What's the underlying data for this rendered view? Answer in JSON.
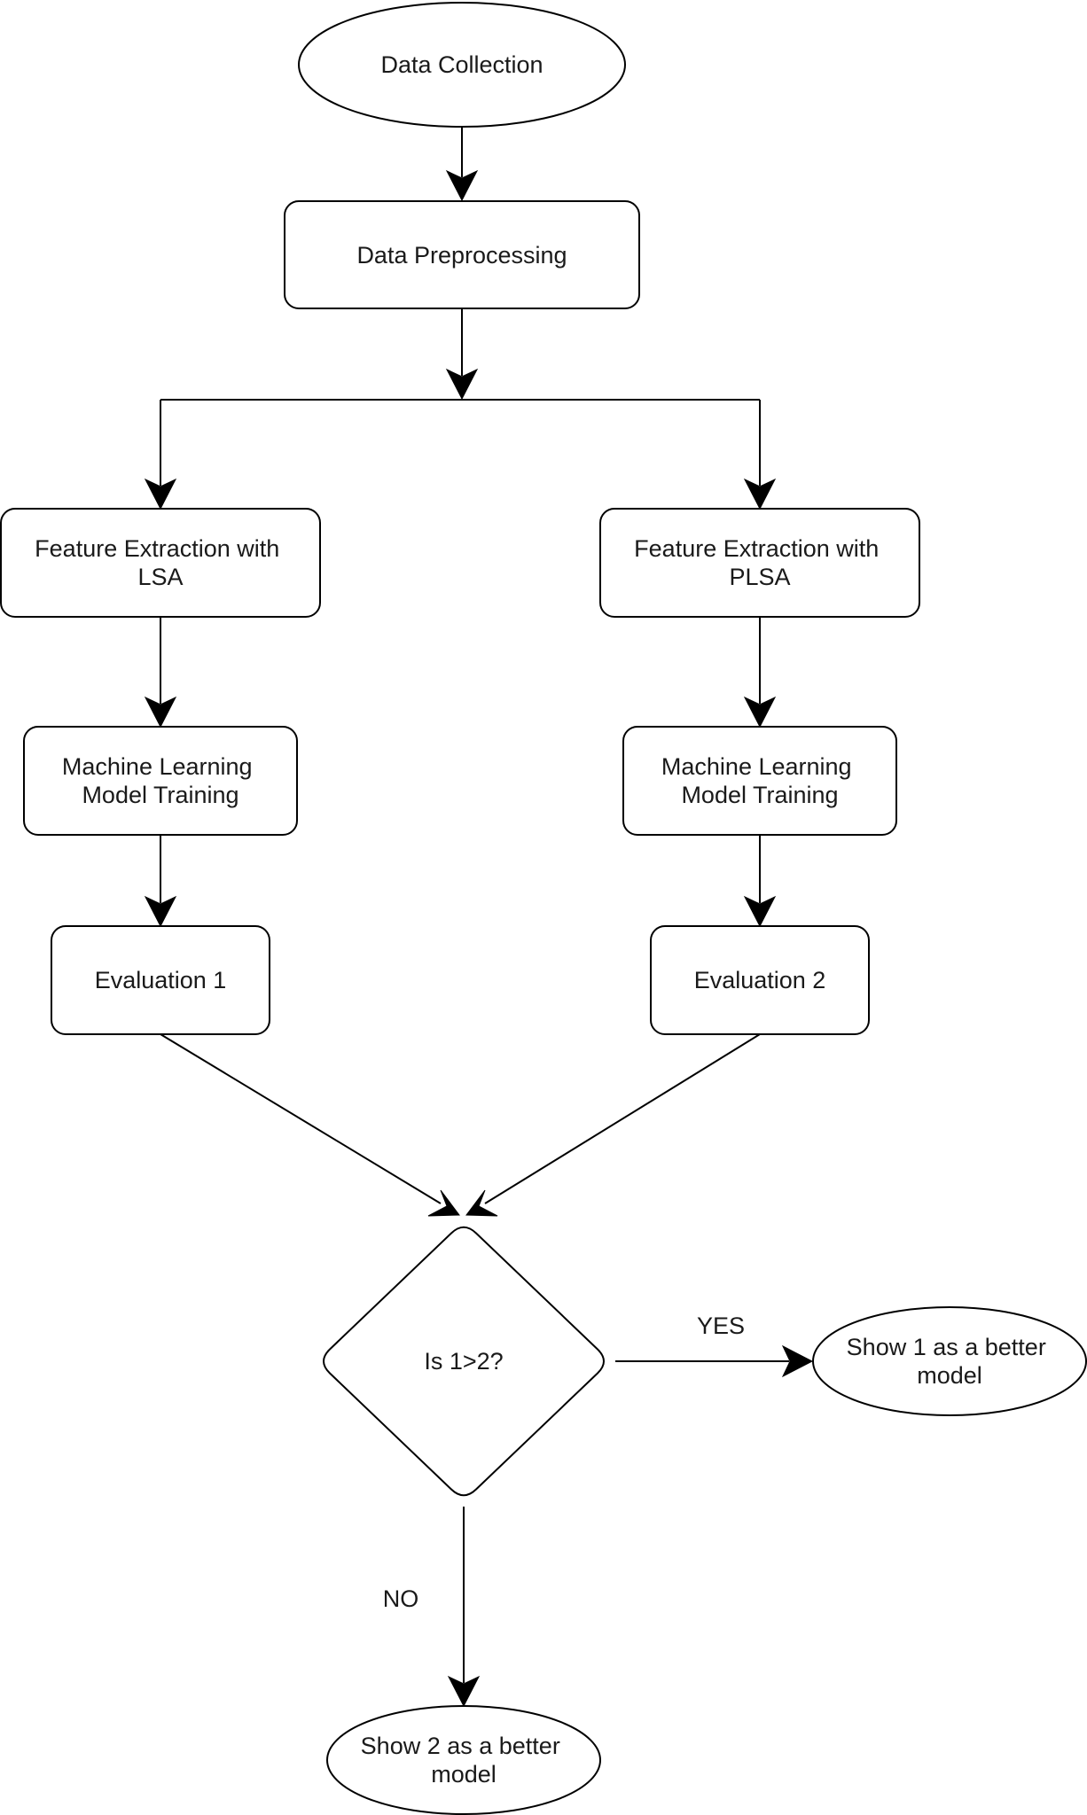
{
  "nodes": {
    "data_collection": "Data Collection",
    "data_preprocessing": "Data Preprocessing",
    "feature_lsa": [
      "Feature Extraction with",
      "LSA"
    ],
    "feature_plsa": [
      "Feature Extraction with",
      "PLSA"
    ],
    "training_left": [
      "Machine Learning",
      "Model Training"
    ],
    "training_right": [
      "Machine Learning",
      "Model Training"
    ],
    "evaluation_1": "Evaluation 1",
    "evaluation_2": "Evaluation 2",
    "decision": "Is 1>2?",
    "show_1": [
      "Show 1 as a better",
      "model"
    ],
    "show_2": [
      "Show 2 as a better",
      "model"
    ]
  },
  "edges": {
    "yes_label": "YES",
    "no_label": "NO"
  },
  "colors": {
    "stroke": "#000000",
    "fill": "#ffffff",
    "text": "#1a1a1a"
  }
}
